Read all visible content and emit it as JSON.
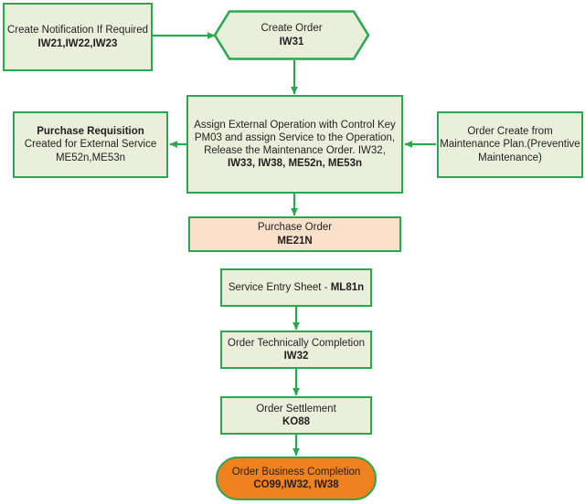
{
  "diagram": {
    "title": "SAP Plant Maintenance External Service Order Process Flow",
    "type": "flowchart",
    "colors": {
      "node_fill_green": "#EAEFDB",
      "node_fill_peach": "#FBE0CC",
      "node_fill_orange": "#F0811F",
      "border_green": "#2AA84F",
      "arrow_green": "#2AA84F",
      "text": "#231F20",
      "background": "#FFFFFF"
    }
  },
  "nodes": {
    "create_notification": {
      "shape": "rectangle",
      "line1": "Create Notification If Required",
      "line2": "IW21,IW22,IW23"
    },
    "create_order": {
      "shape": "hexagon",
      "line1": "Create Order",
      "line2": "IW31"
    },
    "assign_external": {
      "shape": "rectangle",
      "line1": "Assign External Operation with Control Key",
      "line2": "PM03 and assign Service to the Operation,",
      "line3": "Release the Maintenance Order. IW32,",
      "line4": "IW33, IW38, ME52n, ME53n"
    },
    "purchase_requisition": {
      "shape": "rectangle",
      "line1": "Purchase Requisition",
      "line2": "Created for External Service",
      "line3": "ME52n,ME53n"
    },
    "order_create_from_plan": {
      "shape": "rectangle",
      "line1": "Order Create from",
      "line2": "Maintenance Plan.(Preventive",
      "line3": "Maintenance)"
    },
    "purchase_order": {
      "shape": "rectangle",
      "line1": "Purchase Order",
      "line2": "ME21N"
    },
    "service_entry_sheet": {
      "shape": "rectangle",
      "line1_normal": "Service Entry Sheet - ",
      "line1_bold": "ML81n"
    },
    "order_technically_completion": {
      "shape": "rectangle",
      "line1": "Order Technically Completion",
      "line2": "IW32"
    },
    "order_settlement": {
      "shape": "rectangle",
      "line1": "Order Settlement",
      "line2": "KO88"
    },
    "order_business_completion": {
      "shape": "stadium",
      "line1": "Order Business Completion",
      "line2": "CO99,IW32, IW38"
    }
  },
  "edges": [
    {
      "from": "create_notification",
      "to": "create_order",
      "direction": "right"
    },
    {
      "from": "create_order",
      "to": "assign_external",
      "direction": "down"
    },
    {
      "from": "assign_external",
      "to": "purchase_requisition",
      "direction": "left"
    },
    {
      "from": "order_create_from_plan",
      "to": "assign_external",
      "direction": "left"
    },
    {
      "from": "assign_external",
      "to": "purchase_order",
      "direction": "down"
    },
    {
      "from": "service_entry_sheet",
      "to": "order_technically_completion",
      "direction": "down"
    },
    {
      "from": "order_technically_completion",
      "to": "order_settlement",
      "direction": "down"
    },
    {
      "from": "order_settlement",
      "to": "order_business_completion",
      "direction": "down"
    }
  ]
}
